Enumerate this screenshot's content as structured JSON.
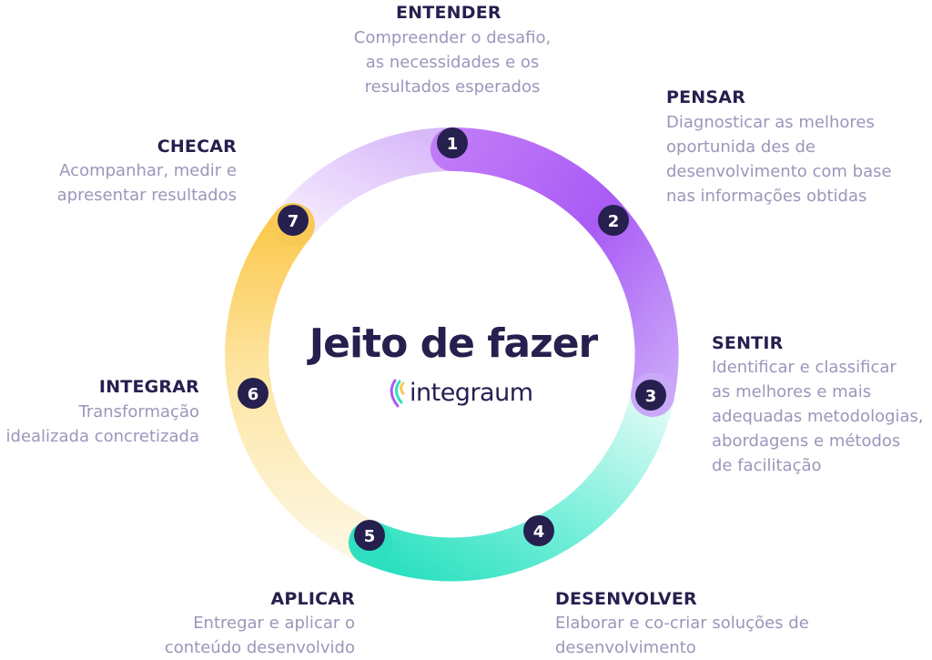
{
  "center": {
    "title": "Jeito de fazer",
    "brand_name": "integraum",
    "brand_icon": "integraum-logo-icon"
  },
  "colors": {
    "text_dark": "#26204f",
    "text_light": "#9d95bb",
    "marker_fill": "#26204f",
    "purple": "#a95bf5",
    "lilac": "#d4b8f8",
    "mint": "#2fe2c2",
    "yellow": "#fbcd57"
  },
  "steps": [
    {
      "number": "1",
      "title": "ENTENDER",
      "lines": [
        "Compreender o desafio,",
        "as necessidades e os",
        "resultados esperados"
      ]
    },
    {
      "number": "2",
      "title": "PENSAR",
      "lines": [
        "Diagnosticar as melhores",
        "oportunida des de",
        "desenvolvimento com base",
        "nas informações obtidas"
      ]
    },
    {
      "number": "3",
      "title": "SENTIR",
      "lines": [
        "Identificar e classificar",
        "as melhores e mais",
        "adequadas metodologias,",
        "abordagens e métodos",
        "de facilitação"
      ]
    },
    {
      "number": "4",
      "title": "DESENVOLVER",
      "lines": [
        "Elaborar e co-criar soluções de",
        "desenvolvimento"
      ]
    },
    {
      "number": "5",
      "title": "APLICAR",
      "lines": [
        "Entregar e aplicar o",
        "conteúdo desenvolvido"
      ]
    },
    {
      "number": "6",
      "title": "INTEGRAR",
      "lines": [
        "Transformação",
        "idealizada concretizada"
      ]
    },
    {
      "number": "7",
      "title": "CHECAR",
      "lines": [
        "Acompanhar, medir e",
        "apresentar resultados"
      ]
    }
  ]
}
